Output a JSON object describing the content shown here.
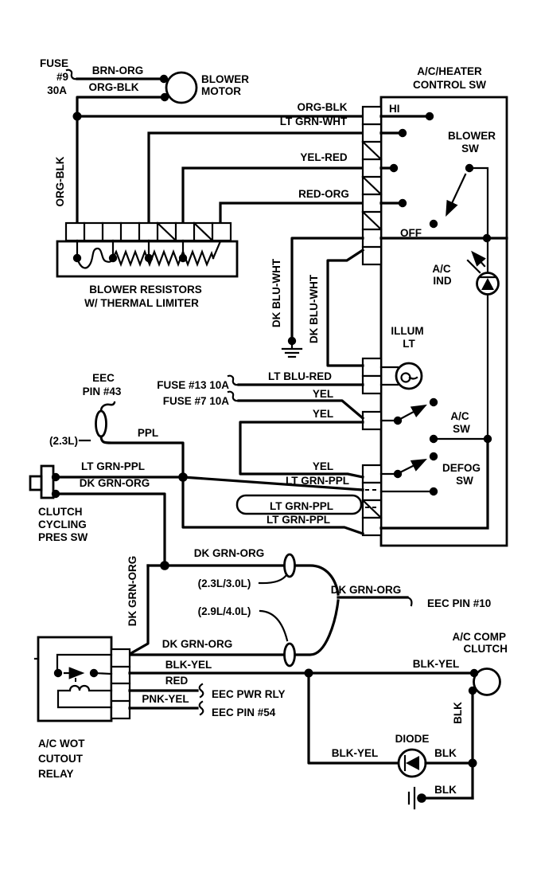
{
  "canvas": {
    "ink": "#000000",
    "paper": "#ffffff"
  },
  "fuse9": {
    "line1": "FUSE",
    "line2": "#9",
    "line3": "30A"
  },
  "blower_motor": {
    "line1": "BLOWER",
    "line2": "MOTOR"
  },
  "control_sw": {
    "line1": "A/C/HEATER",
    "line2": "CONTROL SW",
    "hi": "HI",
    "off": "OFF"
  },
  "blower_sw": {
    "line1": "BLOWER",
    "line2": "SW"
  },
  "ac_ind": {
    "line1": "A/C",
    "line2": "IND"
  },
  "illum_lt": {
    "line1": "ILLUM",
    "line2": "LT"
  },
  "ac_sw": {
    "line1": "A/C",
    "line2": "SW"
  },
  "defog_sw": {
    "line1": "DEFOG",
    "line2": "SW"
  },
  "blower_resistors": {
    "line1": "BLOWER RESISTORS",
    "line2": "W/ THERMAL LIMITER"
  },
  "eec_pin43": {
    "line1": "EEC",
    "line2": "PIN #43"
  },
  "fuse13": "FUSE #13 10A",
  "fuse7": "FUSE #7 10A",
  "engine_23": "(2.3L)",
  "engine_2330": "(2.3L/3.0L)",
  "engine_2940": "(2.9L/4.0L)",
  "clutch_sw": {
    "line1": "CLUTCH",
    "line2": "CYCLING",
    "line3": "PRES SW"
  },
  "eec_pin10": "EEC PIN #10",
  "eec_pwr_rly": "EEC PWR RLY",
  "eec_pin54": "EEC PIN #54",
  "wot_relay": {
    "line1": "A/C WOT",
    "line2": "CUTOUT",
    "line3": "RELAY"
  },
  "ac_comp_clutch": {
    "line1": "A/C COMP",
    "line2": "CLUTCH"
  },
  "diode": {
    "label": "DIODE"
  },
  "wires": {
    "brn_org": "BRN-ORG",
    "org_blk": "ORG-BLK",
    "lt_grn_wht": "LT GRN-WHT",
    "yel_red": "YEL-RED",
    "red_org": "RED-ORG",
    "dk_blu_wht": "DK BLU-WHT",
    "lt_blu_red": "LT BLU-RED",
    "yel": "YEL",
    "ppl": "PPL",
    "lt_grn_ppl": "LT GRN-PPL",
    "dk_grn_org": "DK GRN-ORG",
    "blk_yel": "BLK-YEL",
    "red": "RED",
    "pnk_yel": "PNK-YEL",
    "blk": "BLK"
  }
}
